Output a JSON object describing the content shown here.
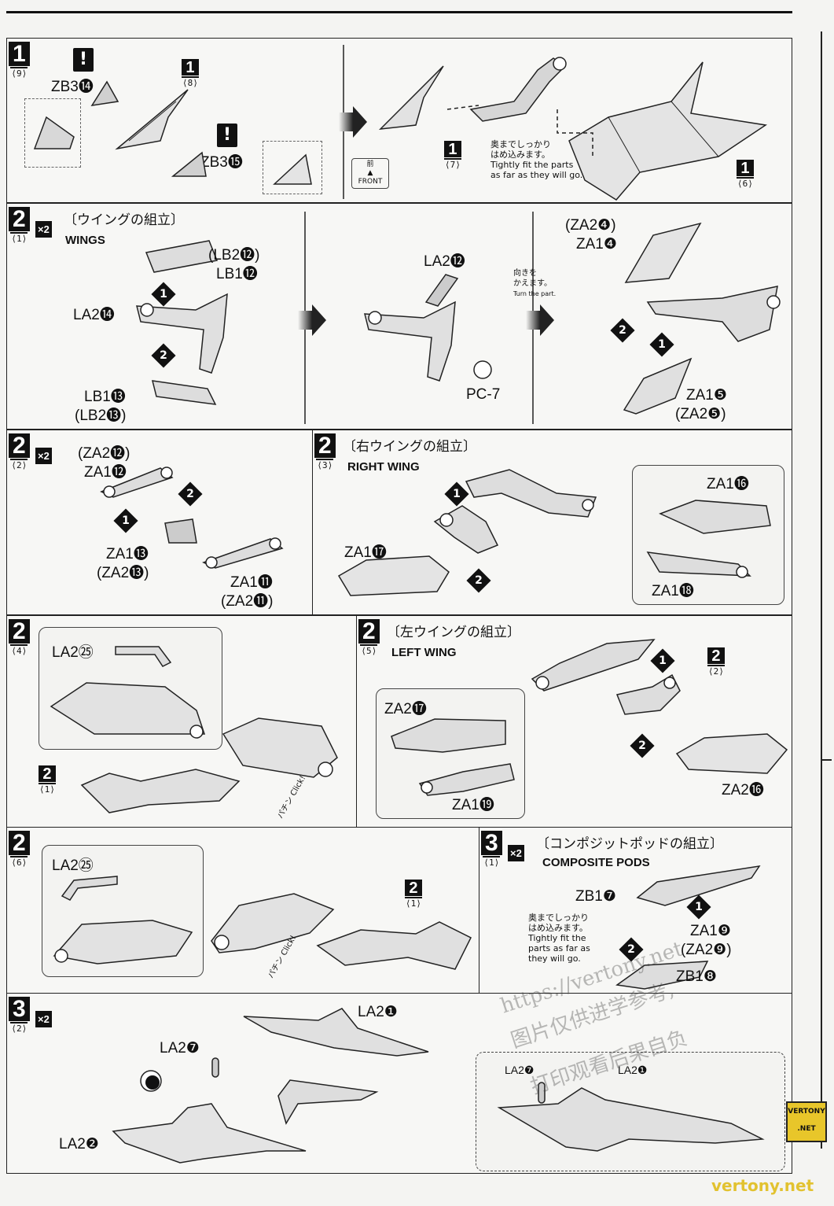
{
  "sec1": {
    "step": "1",
    "sub": "⟨9⟩",
    "warn1": "!",
    "warn2": "!",
    "part_zb3_14": "ZB3⓮",
    "part_zb3_15": "ZB3⓯",
    "ref_8_n": "1",
    "ref_8_s": "⟨8⟩",
    "ref_7_n": "1",
    "ref_7_s": "⟨7⟩",
    "ref_6_n": "1",
    "ref_6_s": "⟨6⟩",
    "front_jp": "前",
    "front_en": "FRONT",
    "note_jp1": "奥までしっかり",
    "note_jp2": "はめ込みます。",
    "note_en1": "Tightly fit the parts",
    "note_en2": "as far as they will go."
  },
  "sec2_1": {
    "step": "2",
    "sub": "⟨1⟩",
    "mult": "×2",
    "title_jp": "〔ウイングの組立〕",
    "title_en": "WINGS",
    "lb2_12": "(LB2⓬)",
    "lb1_12": "LB1⓬",
    "la2_14": "LA2⓮",
    "lb1_13": "LB1⓭",
    "lb2_13": "(LB2⓭)",
    "la2_12": "LA2⓬",
    "pc7": "PC-7",
    "turn_jp1": "向きを",
    "turn_jp2": "かえます。",
    "turn_en": "Turn the part.",
    "za2_4": "(ZA2❹)",
    "za1_4": "ZA1❹",
    "za1_5": "ZA1❺",
    "za2_5": "(ZA2❺)",
    "c1": "1",
    "c2": "2"
  },
  "sec2_2": {
    "step": "2",
    "sub": "⟨2⟩",
    "mult": "×2",
    "za2_12": "(ZA2⓬)",
    "za1_12": "ZA1⓬",
    "za1_13": "ZA1⓭",
    "za2_13": "(ZA2⓭)",
    "za1_11": "ZA1⓫",
    "za2_11": "(ZA2⓫)"
  },
  "sec2_3": {
    "step": "2",
    "sub": "⟨3⟩",
    "title_jp": "〔右ウイングの組立〕",
    "title_en": "RIGHT WING",
    "za1_17": "ZA1⓱",
    "za1_16": "ZA1⓰",
    "za1_18": "ZA1⓲"
  },
  "sec2_4": {
    "step": "2",
    "sub": "⟨4⟩",
    "la2_25": "LA2㉕",
    "ref_n": "2",
    "ref_s": "⟨1⟩",
    "click_jp": "パチン",
    "click_en": "Click!"
  },
  "sec2_5": {
    "step": "2",
    "sub": "⟨5⟩",
    "title_jp": "〔左ウイングの組立〕",
    "title_en": "LEFT WING",
    "za2_17": "ZA2⓱",
    "za1_19": "ZA1⓳",
    "za2_16": "ZA2⓰",
    "ref_n": "2",
    "ref_s": "⟨2⟩"
  },
  "sec2_6": {
    "step": "2",
    "sub": "⟨6⟩",
    "la2_25": "LA2㉕",
    "ref_n": "2",
    "ref_s": "⟨1⟩",
    "click_jp": "パチン",
    "click_en": "Click!"
  },
  "sec3_1": {
    "step": "3",
    "sub": "⟨1⟩",
    "mult": "×2",
    "title_jp": "〔コンポジットポッドの組立〕",
    "title_en": "COMPOSITE PODS",
    "zb1_7": "ZB1❼",
    "za1_9": "ZA1❾",
    "za2_9": "(ZA2❾)",
    "zb1_8": "ZB1❽",
    "note_jp1": "奥までしっかり",
    "note_jp2": "はめ込みます。",
    "note_en1": "Tightly fit the",
    "note_en2": "parts as far as",
    "note_en3": "they will go."
  },
  "sec3_2": {
    "step": "3",
    "sub": "⟨2⟩",
    "mult": "×2",
    "la2_1": "LA2❶",
    "la2_7": "LA2❼",
    "la2_2": "LA2❷",
    "d_la2_7": "LA2❼",
    "d_la2_1": "LA2❶"
  },
  "watermark": {
    "url": "https://vertony.net",
    "line1": "图片仅供进学参考,",
    "line2": "打印观看后果自负",
    "logo1": "VERTONY",
    "logo2": ".NET",
    "site": "vertony.net"
  }
}
